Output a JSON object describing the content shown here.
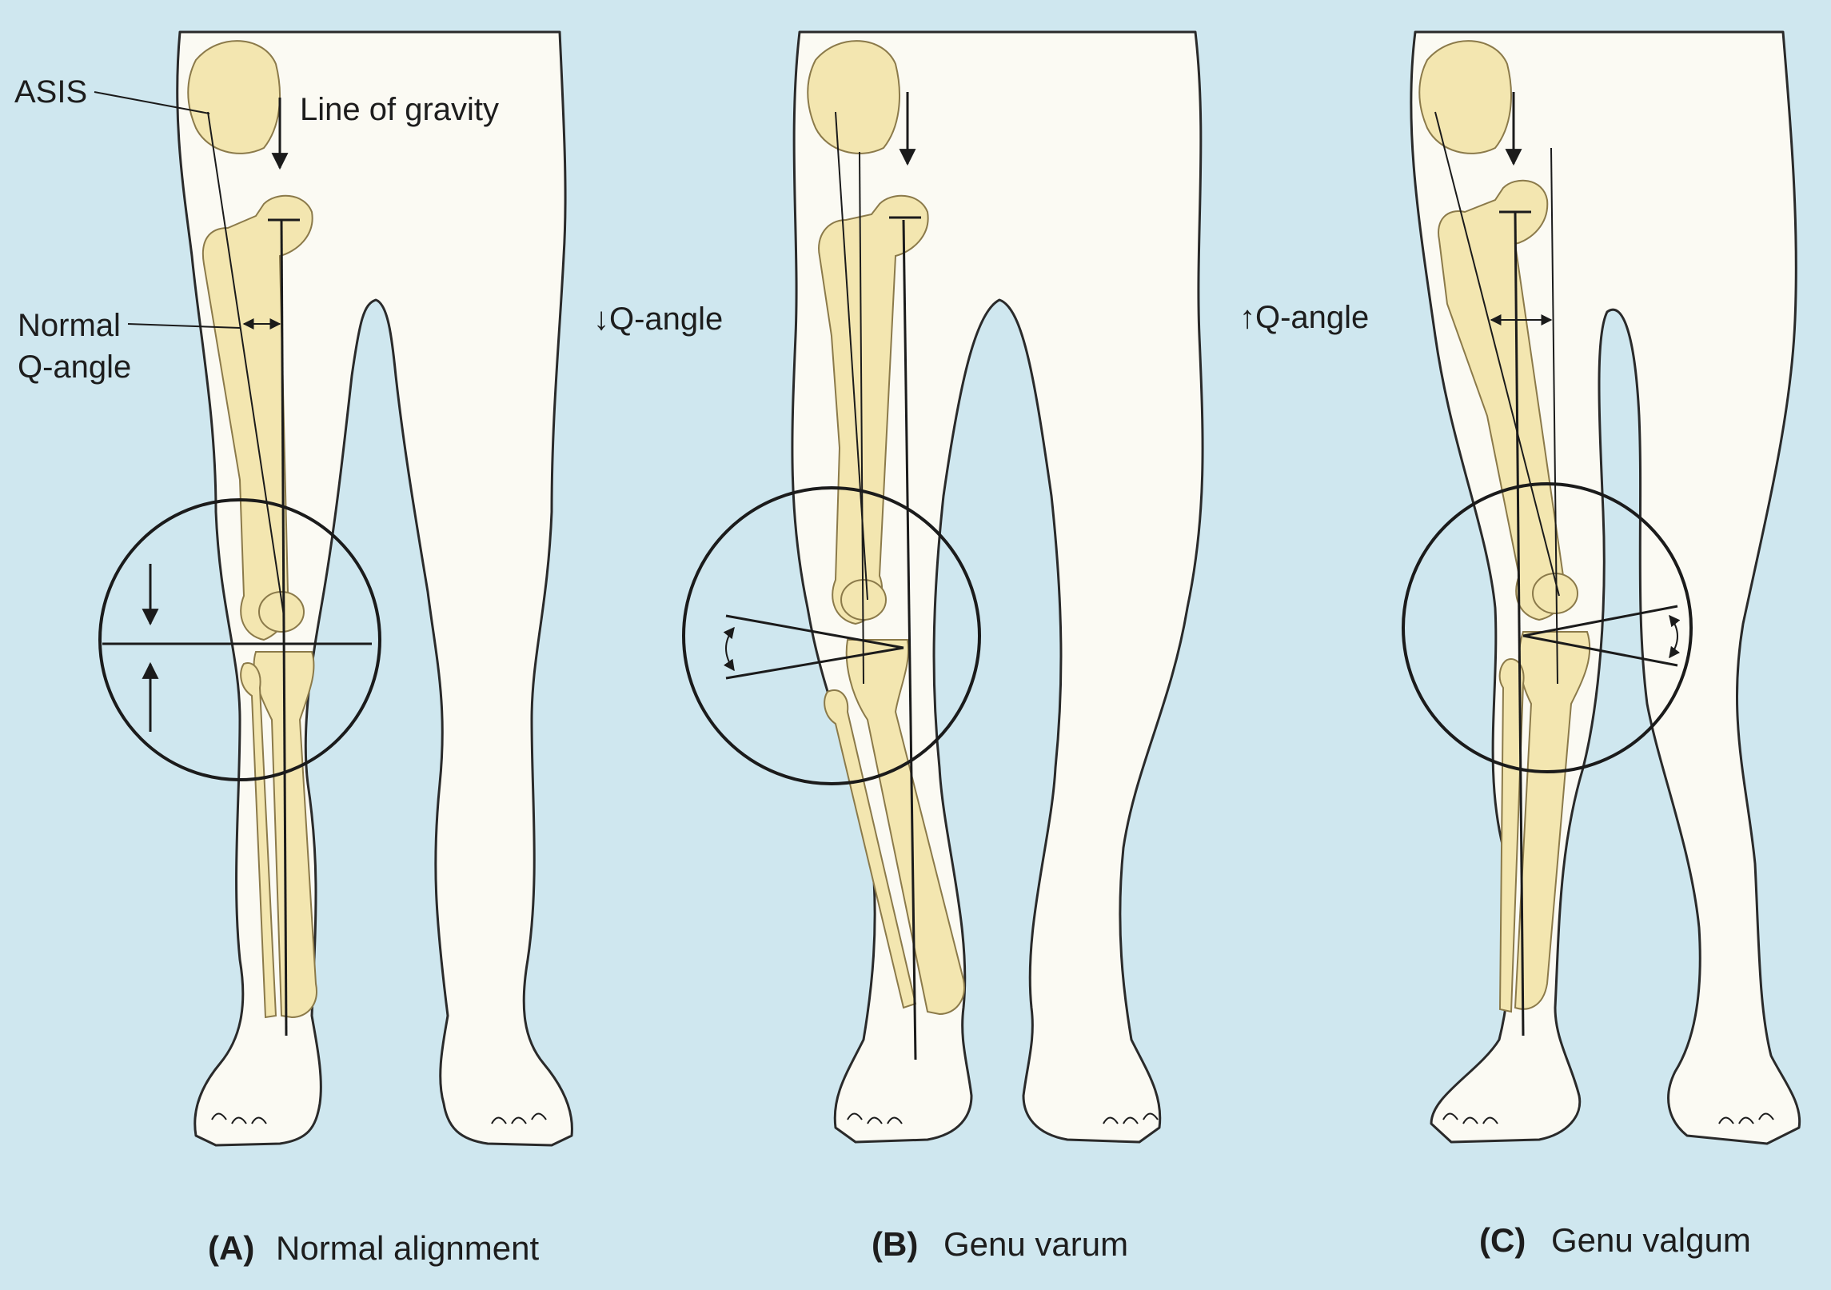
{
  "labels": {
    "asis": "ASIS",
    "line_of_gravity": "Line of gravity",
    "normal_q_angle_line1": "Normal",
    "normal_q_angle_line2": "Q-angle",
    "decreased_q_angle": "↓Q-angle",
    "increased_q_angle": "↑Q-angle"
  },
  "panels": [
    {
      "letter": "(A)",
      "title": "Normal alignment"
    },
    {
      "letter": "(B)",
      "title": "Genu varum"
    },
    {
      "letter": "(C)",
      "title": "Genu valgum"
    }
  ],
  "colors": {
    "background": "#cfe7ef",
    "skin": "#fbfaf3",
    "bone": "#f3e6b0",
    "line": "#1b1b1b"
  }
}
